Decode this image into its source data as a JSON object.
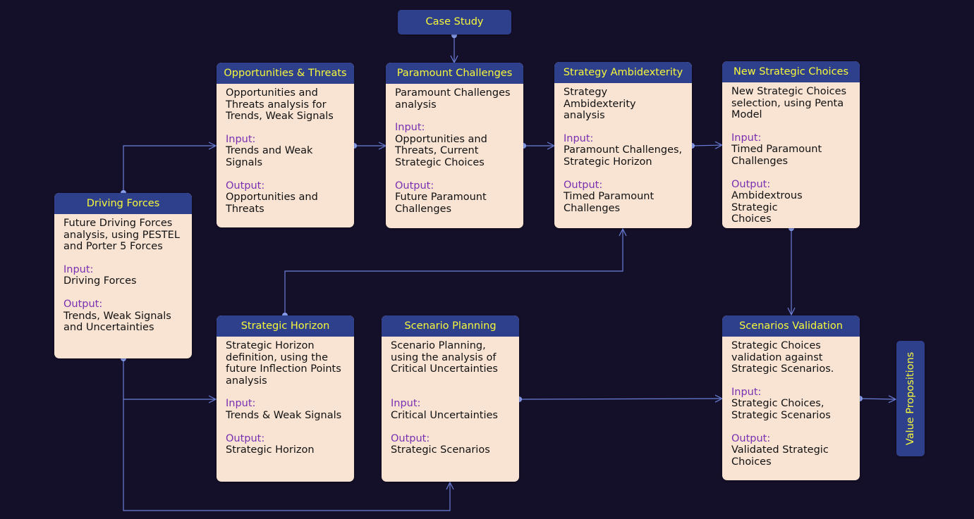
{
  "start": {
    "label": "Case Study"
  },
  "end": {
    "label": "Value Propositions"
  },
  "nodes": {
    "driving_forces": {
      "title": "Driving Forces",
      "desc": [
        "Future Driving Forces",
        "analysis, using PESTEL",
        "and Porter 5 Forces"
      ],
      "input_label": "Input:",
      "input": [
        "Driving Forces"
      ],
      "output_label": "Output:",
      "output": [
        "Trends, Weak Signals",
        "and Uncertainties"
      ]
    },
    "opportunities_threats": {
      "title": "Opportunities & Threats",
      "desc": [
        "Opportunities and",
        "Threats analysis for",
        "Trends, Weak Signals"
      ],
      "input_label": "Input:",
      "input": [
        "Trends and Weak",
        "Signals"
      ],
      "output_label": "Output:",
      "output": [
        "Opportunities and",
        "Threats"
      ]
    },
    "paramount_challenges": {
      "title": "Paramount Challenges",
      "desc": [
        "Paramount Challenges",
        "analysis"
      ],
      "input_label": "Input:",
      "input": [
        "Opportunities and",
        "Threats, Current",
        "Strategic Choices"
      ],
      "output_label": "Output:",
      "output": [
        "Future Paramount",
        "Challenges"
      ]
    },
    "strategy_ambidexterity": {
      "title": "Strategy Ambidexterity",
      "desc": [
        "Strategy Ambidexterity",
        "analysis"
      ],
      "input_label": "Input:",
      "input": [
        "Paramount Challenges,",
        "Strategic Horizon"
      ],
      "output_label": "Output:",
      "output": [
        "Timed Paramount",
        "Challenges"
      ]
    },
    "new_strategic_choices": {
      "title": "New Strategic Choices",
      "desc": [
        "New Strategic Choices",
        "selection, using Penta",
        "Model"
      ],
      "input_label": "Input:",
      "input": [
        "Timed Paramount",
        "Challenges"
      ],
      "output_label": "Output:",
      "output": [
        "Ambidextrous Strategic",
        "Choices"
      ]
    },
    "strategic_horizon": {
      "title": "Strategic Horizon",
      "desc": [
        "Strategic Horizon",
        "definition, using the",
        "future Inflection Points",
        "analysis"
      ],
      "input_label": "Input:",
      "input": [
        "Trends & Weak Signals"
      ],
      "output_label": "Output:",
      "output": [
        "Strategic Horizon"
      ]
    },
    "scenario_planning": {
      "title": "Scenario Planning",
      "desc": [
        "Scenario Planning,",
        "using the analysis of",
        "Critical Uncertainties",
        ""
      ],
      "input_label": "Input:",
      "input": [
        "Critical Uncertainties"
      ],
      "output_label": "Output:",
      "output": [
        "Strategic Scenarios"
      ]
    },
    "scenarios_validation": {
      "title": "Scenarios Validation",
      "desc": [
        "Strategic Choices",
        "validation against",
        "Strategic Scenarios."
      ],
      "input_label": "Input:",
      "input": [
        "Strategic Choices,",
        "Strategic Scenarios"
      ],
      "output_label": "Output:",
      "output": [
        "Validated Strategic",
        "Choices"
      ]
    }
  },
  "colors": {
    "background": "#15102a",
    "header": "#2e3f8c",
    "header_text": "#f7fa3a",
    "card": "#f9e4d4",
    "label": "#7a2fb0",
    "wire": "#6a7fd8"
  }
}
